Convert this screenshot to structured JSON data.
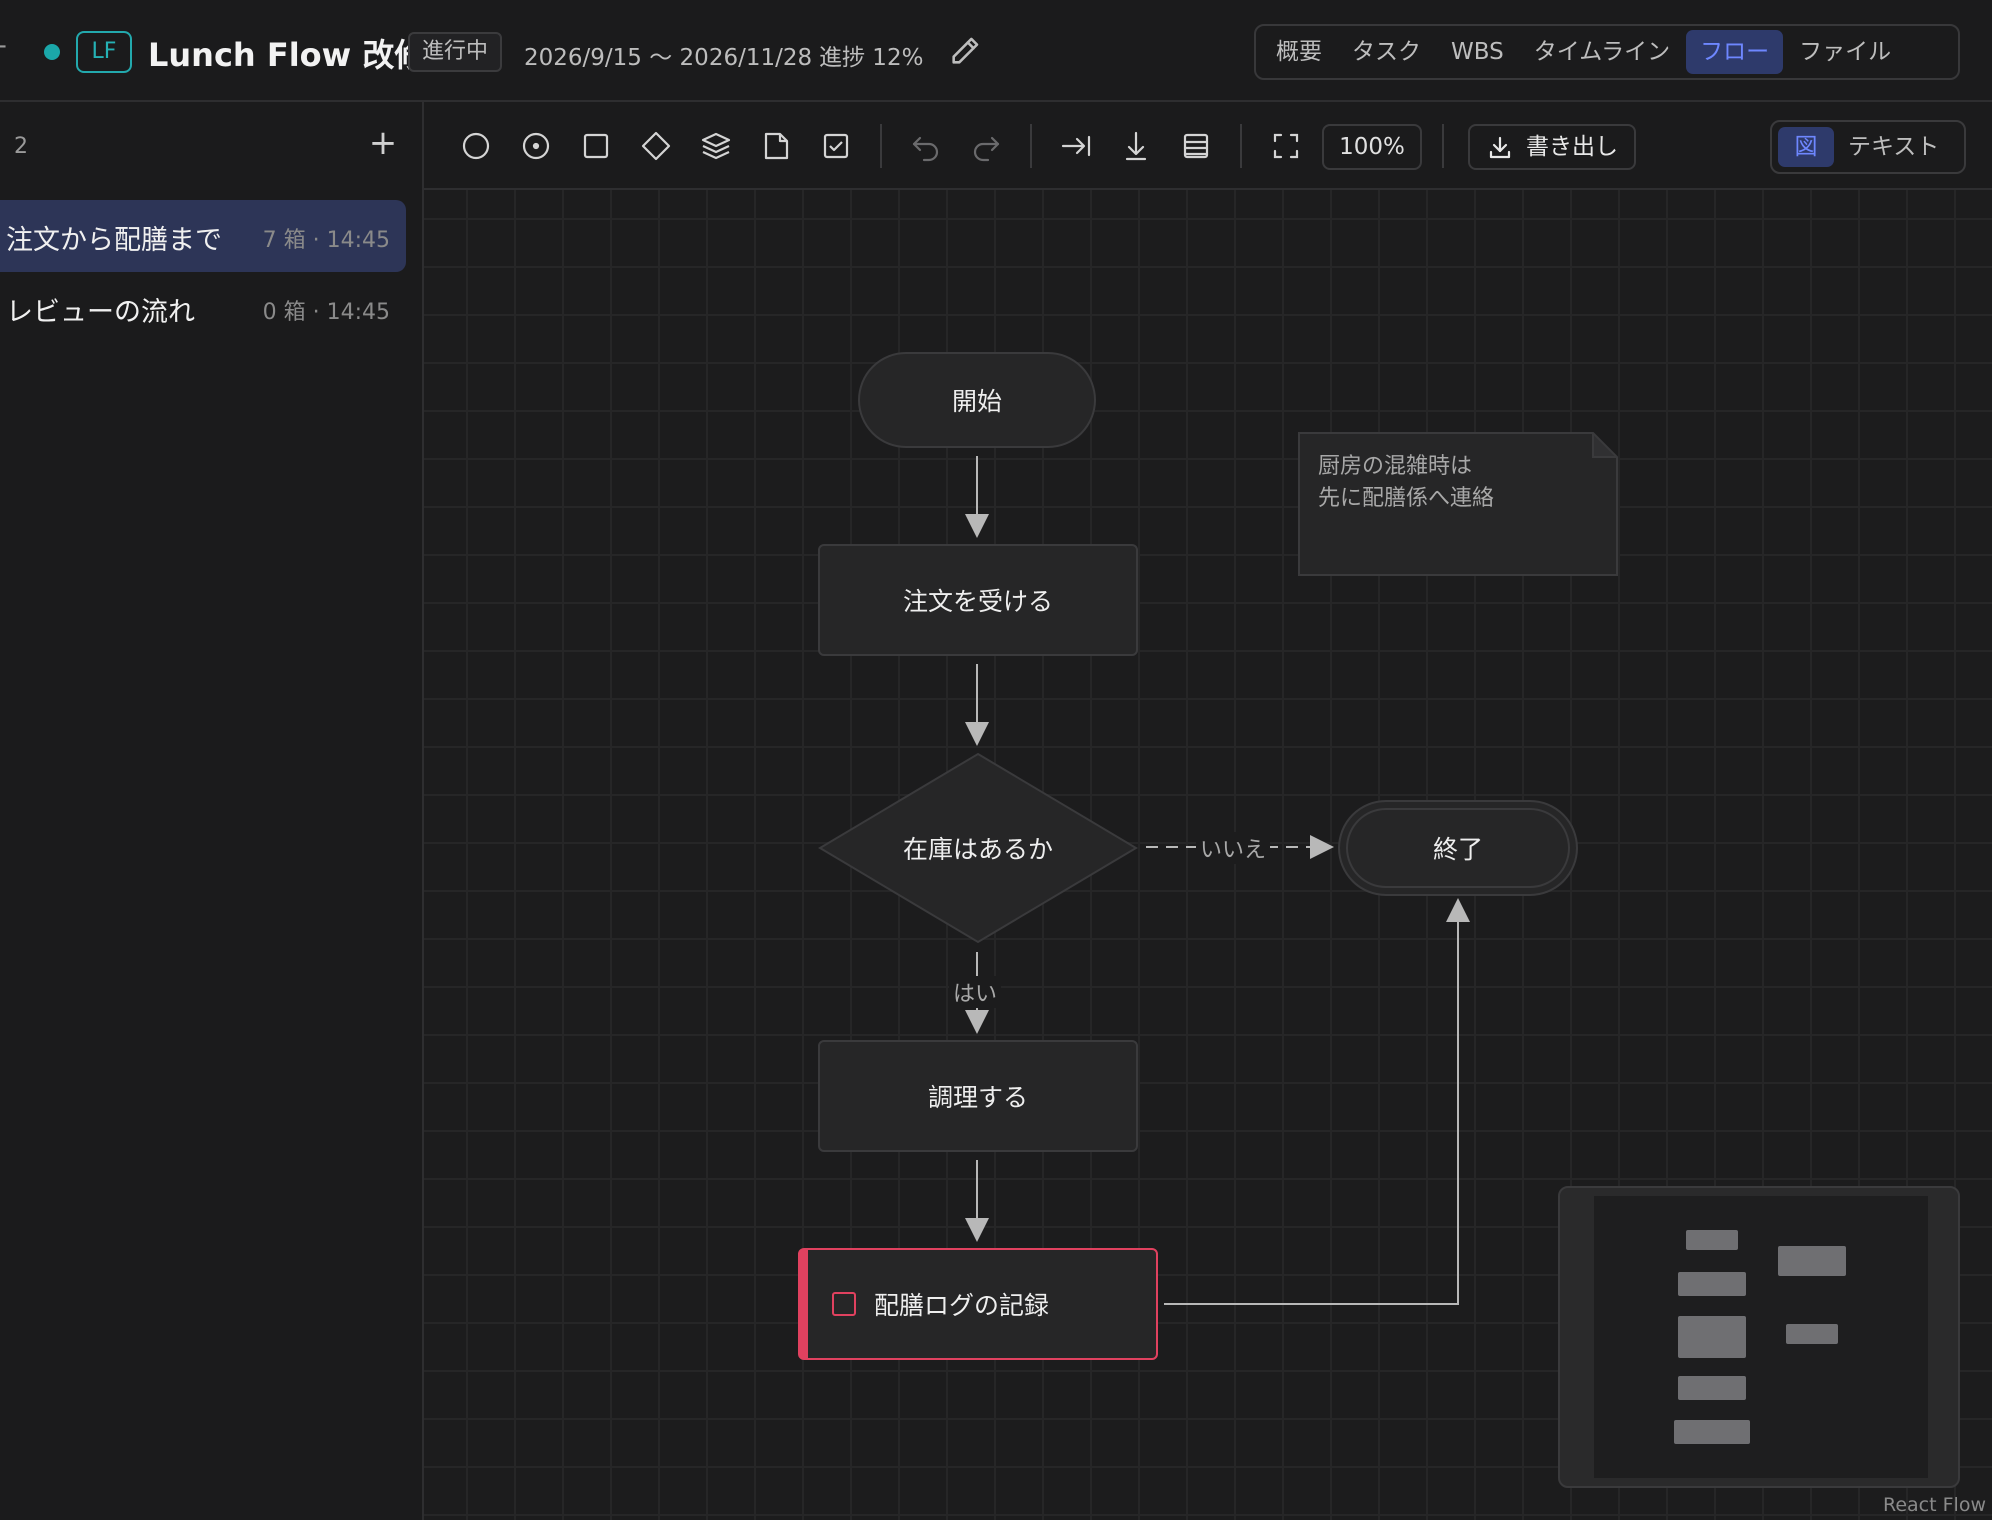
{
  "header": {
    "back_glyph": "–",
    "project_badge": "LF",
    "project_title": "Lunch Flow 改修",
    "status": "進行中",
    "date_range": "2026/9/15 〜 2026/11/28",
    "progress": "進捗 12%",
    "tabs": [
      {
        "label": "概要",
        "active": false
      },
      {
        "label": "タスク",
        "active": false
      },
      {
        "label": "WBS",
        "active": false
      },
      {
        "label": "タイムライン",
        "active": false
      },
      {
        "label": "フロー",
        "active": true
      },
      {
        "label": "ファイル",
        "active": false
      }
    ],
    "accent_color": "#1ba7a9"
  },
  "sidebar": {
    "count": "2",
    "add_glyph": "+",
    "flows": [
      {
        "name": "注文から配膳まで",
        "meta": "7 箱 · 14:45",
        "active": true
      },
      {
        "name": "レビューの流れ",
        "meta": "0 箱 · 14:45",
        "active": false
      }
    ]
  },
  "toolbar": {
    "tools": [
      "terminal-shape-icon",
      "event-shape-icon",
      "process-shape-icon",
      "decision-shape-icon",
      "layers-shape-icon",
      "note-shape-icon",
      "task-shape-icon",
      "undo-icon",
      "redo-icon",
      "layout-horizontal-icon",
      "layout-vertical-icon",
      "list-layout-icon",
      "fit-view-icon"
    ],
    "zoom": "100%",
    "export_label": "書き出し",
    "mode_diagram": "図",
    "mode_text": "テキスト"
  },
  "canvas": {
    "nodes": {
      "start": "開始",
      "receive_order": "注文を受ける",
      "stock_check": "在庫はあるか",
      "end": "終了",
      "cook": "調理する",
      "log_task": "配膳ログの記録"
    },
    "note": {
      "line1": "厨房の混雑時は",
      "line2": "先に配膳係へ連絡"
    },
    "edge_labels": {
      "no": "いいえ",
      "yes": "はい"
    },
    "task_color": "#e0415f"
  },
  "minimap": {
    "attribution": "React Flow"
  }
}
